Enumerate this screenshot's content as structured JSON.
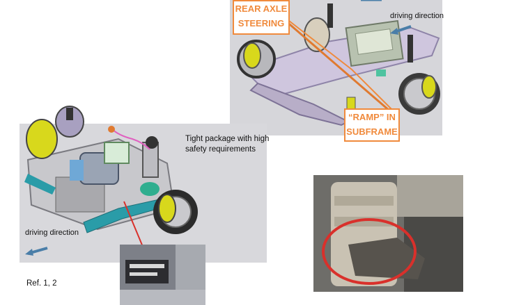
{
  "top_right": {
    "label_rear_axle_line1": "REAR AXLE",
    "label_rear_axle_line2": "STEERING",
    "driving_direction": "driving direction",
    "label_ramp_line1": "“RAMP” IN",
    "label_ramp_line2": "SUBFRAME"
  },
  "left": {
    "caption_line1": "Tight package with high",
    "caption_line2": "safety requirements",
    "driving_direction": "driving direction"
  },
  "reference": "Ref. 1, 2",
  "colors": {
    "accent_orange": "#f08a3c",
    "arrow_blue": "#4a7ea8",
    "highlight_red": "#d9302b",
    "panel_gray": "#d8d8dc",
    "caliper_yellow": "#d8d81c"
  }
}
